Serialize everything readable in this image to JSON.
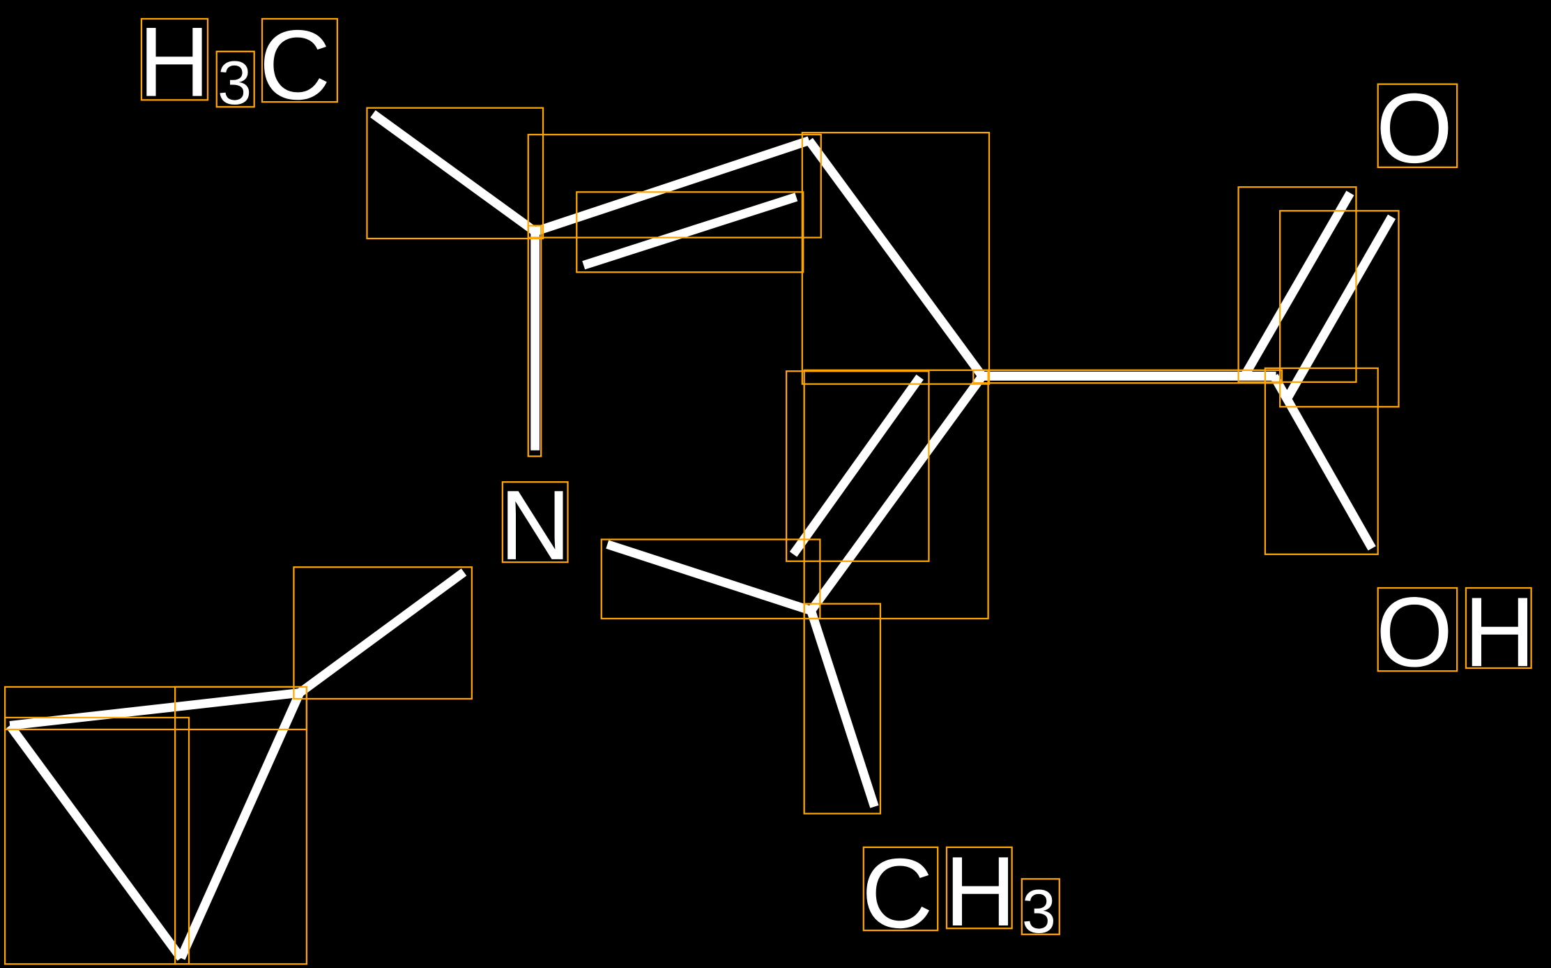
{
  "molecule": {
    "atoms": {
      "h3c": {
        "h": "H",
        "sub": "3",
        "c": "C"
      },
      "o_top": "O",
      "n": "N",
      "oh": {
        "o": "O",
        "h": "H"
      },
      "ch3": {
        "c": "C",
        "h": "H",
        "sub": "3"
      }
    },
    "colors": {
      "background": "#000000",
      "bond": "#FFFFFF",
      "bbox": "#FFA500"
    }
  }
}
